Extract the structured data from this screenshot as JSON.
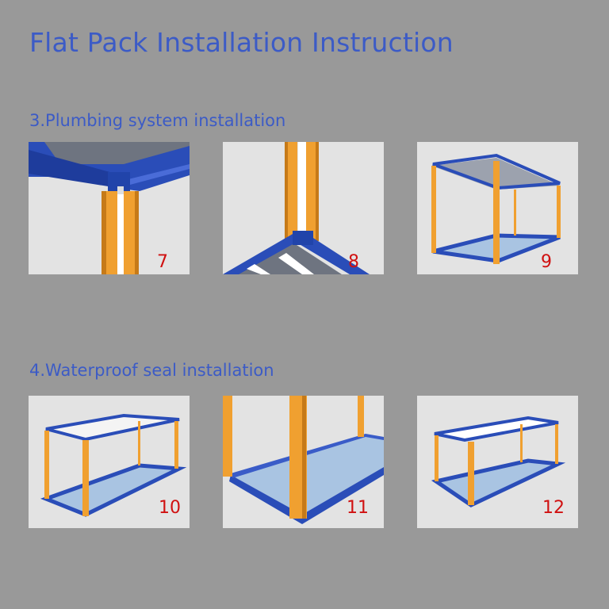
{
  "title": "Flat Pack Installation Instruction",
  "sections": [
    {
      "heading": "3.Plumbing system installation",
      "steps": [
        {
          "number": "7"
        },
        {
          "number": "8"
        },
        {
          "number": "9"
        }
      ]
    },
    {
      "heading": "4.Waterproof seal installation",
      "steps": [
        {
          "number": "10"
        },
        {
          "number": "11"
        },
        {
          "number": "12"
        }
      ]
    }
  ],
  "colors": {
    "heading": "#3C5BC6",
    "step_number": "#D01010",
    "frame_blue": "#2A4DB8",
    "post_orange": "#F0A030",
    "floor": "#A9C4E2",
    "background": "#999999",
    "panel": "#E3E3E3"
  }
}
